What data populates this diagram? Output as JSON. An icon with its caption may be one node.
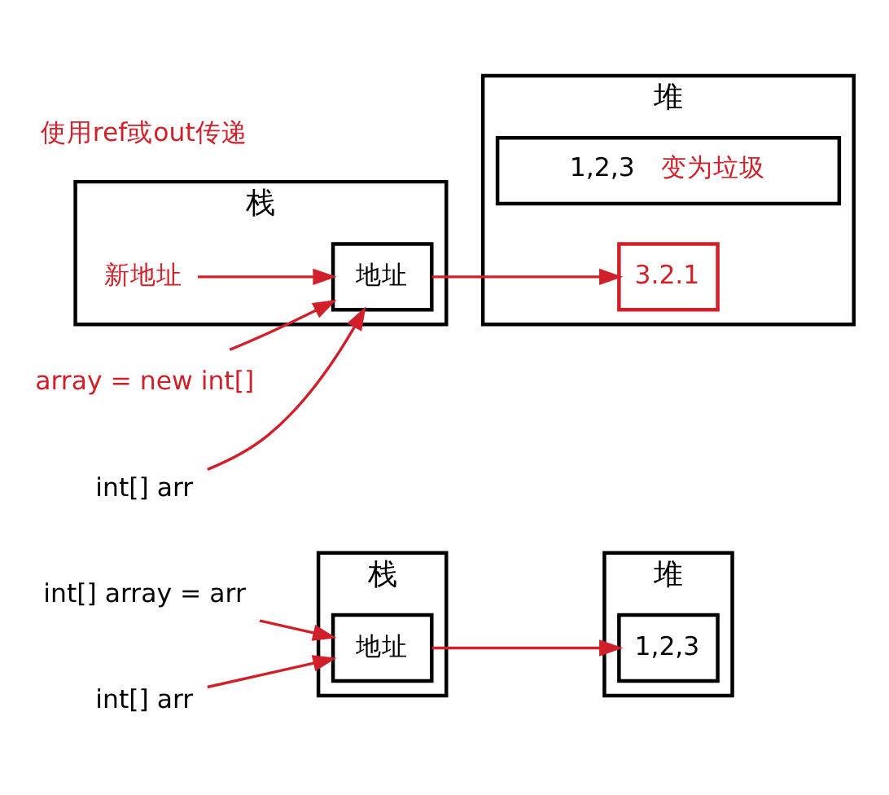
{
  "diagram": {
    "nodes": [
      {
        "text": [
          "栈"
        ]
      },
      {
        "text": [
          "地址"
        ],
        "in": 0
      },
      {
        "text": [
          "堆"
        ]
      },
      {
        "text": [
          "1,2,3"
        ],
        "in": 2
      },
      {
        "text": [
          "int[] array = arr"
        ]
      },
      {
        "text": [
          "int[] arr"
        ]
      },
      {
        "text": [
          "栈"
        ]
      },
      {
        "text": [
          "新地址"
        ],
        "in": 6
      },
      {
        "text": [
          "地址"
        ],
        "in": 6
      },
      {
        "text": [
          "堆"
        ]
      },
      {
        "text": [
          "1,2,3",
          "变为垃圾"
        ],
        "in": 9
      },
      {
        "text": [
          "3.2.1"
        ],
        "in": 9
      },
      {
        "text": [
          "array = new int[]"
        ]
      },
      {
        "text": [
          "int[] arr"
        ]
      }
    ],
    "edges": [
      {
        "from": 4,
        "to": 1,
        "arrow": "to"
      },
      {
        "from": 5,
        "to": 1,
        "arrow": "to"
      },
      {
        "from": 1,
        "to": 3,
        "arrow": "to"
      },
      {
        "from": 12,
        "to": 8,
        "arrow": "to"
      },
      {
        "from": 7,
        "to": 8,
        "arrow": "to"
      },
      {
        "from": 13,
        "to": 8,
        "arrow": "to"
      },
      {
        "from": 8,
        "to": 11,
        "arrow": "to"
      }
    ],
    "labels": [
      "使用ref或out传递"
    ]
  }
}
